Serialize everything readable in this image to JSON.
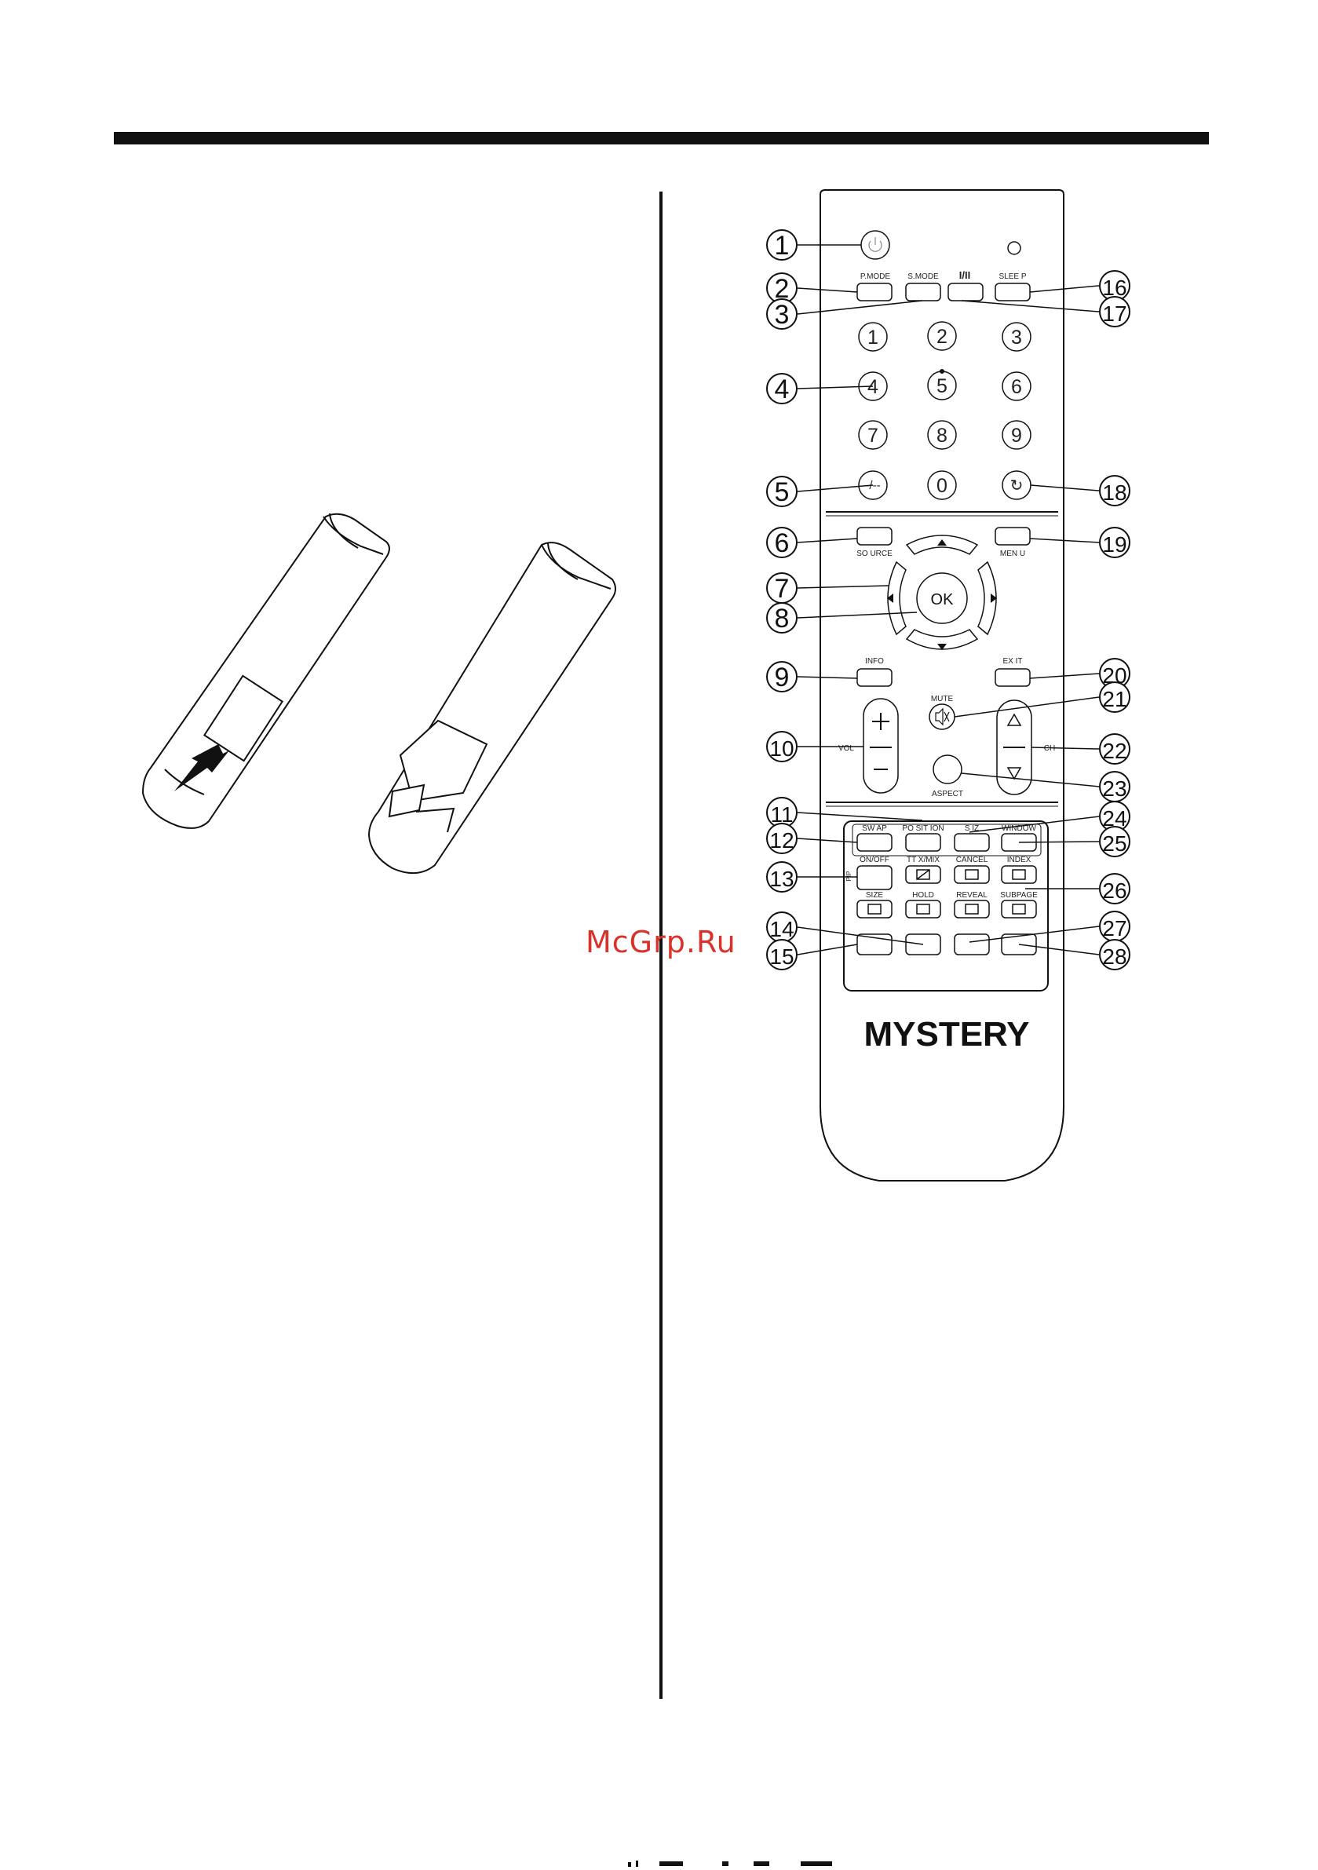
{
  "brand": "MYSTERY",
  "watermark": "McGrp.Ru",
  "remote": {
    "top_buttons": {
      "pmode": "P.MODE",
      "smode": "S.MODE",
      "dual": "I/II",
      "sleep": "SLEE P"
    },
    "digits": [
      "1",
      "2",
      "3",
      "4",
      "5",
      "6",
      "7",
      "8",
      "9",
      "-/--",
      "0",
      "↻"
    ],
    "nav": {
      "source": "SO URCE",
      "menu": "MEN U",
      "ok": "OK",
      "info": "INFO",
      "exit": "EX IT",
      "mute": "MUTE",
      "vol": "VOL",
      "ch": "CH",
      "aspect": "ASPECT"
    },
    "pip": {
      "swap": "SW AP",
      "position": "PO SIT ION",
      "size_pip": "S IZ",
      "window": "WINDOW",
      "onoff": "ON/OFF",
      "pip_side": "PIP"
    },
    "teletext": {
      "ttxmix": "TT X/MIX",
      "cancel": "CANCEL",
      "index": "INDEX",
      "size": "SIZE",
      "hold": "HOLD",
      "reveal": "REVEAL",
      "subpage": "SUBPAGE"
    }
  },
  "callouts": [
    "1",
    "2",
    "3",
    "4",
    "5",
    "6",
    "7",
    "8",
    "9",
    "10",
    "11",
    "12",
    "13",
    "14",
    "15",
    "16",
    "17",
    "18",
    "19",
    "20",
    "21",
    "22",
    "23",
    "24",
    "25",
    "26",
    "27",
    "28"
  ]
}
